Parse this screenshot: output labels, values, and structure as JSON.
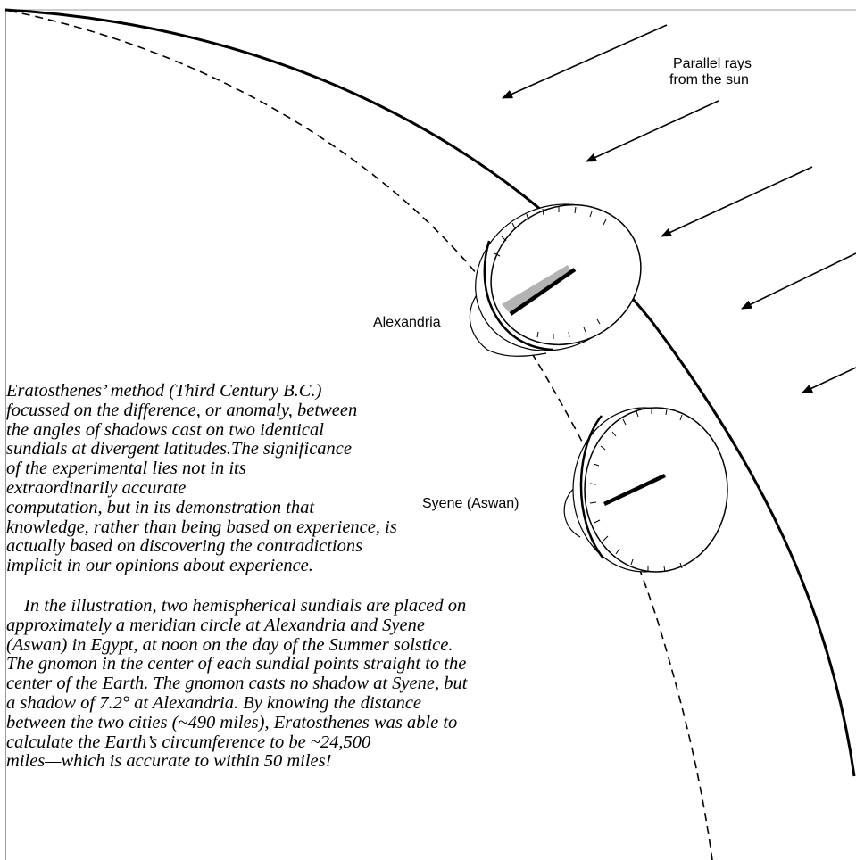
{
  "labels": {
    "rays": [
      "Parallel rays",
      "from the sun"
    ],
    "alexandria": "Alexandria",
    "syene": "Syene (Aswan)"
  },
  "caption": {
    "para1": [
      "Eratosthenes’ method  (Third Century B.C.)",
      "focussed on the difference, or anomaly, between",
      "the angles of shadows cast on two identical",
      "sundials at divergent latitudes.The significance",
      "of the experimental lies not in its",
      "extraordinarily accurate",
      "computation, but in its demonstration that",
      "knowledge, rather than being based on experience, is",
      "actually based on discovering the contradictions",
      "implicit in our opinions about experience."
    ],
    "para2": [
      "In the illustration, two hemispherical sundials are placed on",
      "approximately a meridian circle at Alexandria and Syene",
      "(Aswan) in Egypt, at noon on the day of the Summer solstice.",
      "The gnomon in the center of each sundial points straight to the",
      "center of the Earth. The gnomon casts no shadow at Syene, but",
      "a shadow of 7.2° at Alexandria. By knowing the distance",
      "between the two cities (~490 miles), Eratosthenes was able to",
      "calculate the Earth’s circumference to be ~24,500",
      "miles—which is accurate to within 50 miles!"
    ]
  },
  "colors": {
    "line": "#000000",
    "shadow": "#b3b3b3",
    "border": "#9a9a9a"
  }
}
